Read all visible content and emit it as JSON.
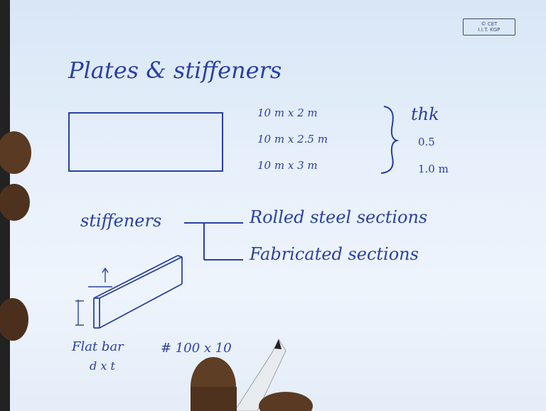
{
  "stamp": {
    "line1": "© CET",
    "line2": "I.I.T. KGP"
  },
  "title": "Plates & stiffeners",
  "plate_dims": [
    "10 m x 2 m",
    "10 m x 2.5 m",
    "10 m x 3 m"
  ],
  "thk": {
    "label": "thk",
    "values": [
      "0.5",
      "1.0 m"
    ]
  },
  "stiffeners": {
    "label": "stiffeners",
    "branches": [
      "Rolled steel sections",
      "Fabricated sections"
    ]
  },
  "flat_bar": {
    "label": "Flat bar",
    "label2": "d x t",
    "size": "# 100 x 10"
  },
  "colors": {
    "ink": "#2a3fa8",
    "paper": "#e7f0fb"
  }
}
